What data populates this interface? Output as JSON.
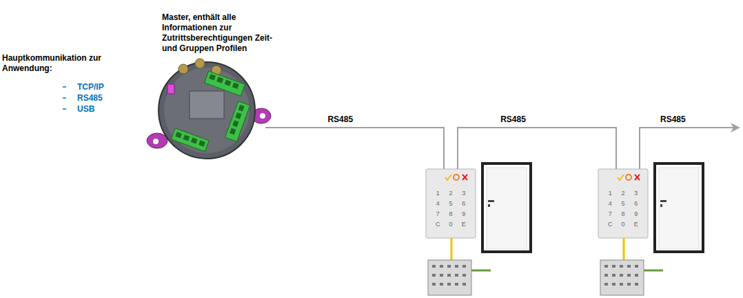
{
  "diagram": {
    "nodes": [
      {
        "text": [
          "Master, enthält alle Informationen zur Zutrittsberechtigungen Zeit- und Gruppen Profilen"
        ]
      },
      {
        "text": [
          "1",
          "2",
          "3",
          "4",
          "5",
          "6",
          "7",
          "8",
          "9",
          "C",
          "0",
          "E"
        ]
      },
      {
        "text": [
          "1",
          "2",
          "3",
          "4",
          "5",
          "6",
          "7",
          "8",
          "9",
          "C",
          "0",
          "E"
        ]
      }
    ],
    "edges": [
      {
        "from": 0,
        "to": 1,
        "label": "RS485",
        "arrow": "none"
      },
      {
        "from": 1,
        "to": 2,
        "label": "RS485",
        "arrow": "none"
      }
    ],
    "labels": [
      "Hauptkommunikation zur Anwendung:",
      "TCP/IP",
      "RS485",
      "USB",
      "RS485"
    ]
  }
}
